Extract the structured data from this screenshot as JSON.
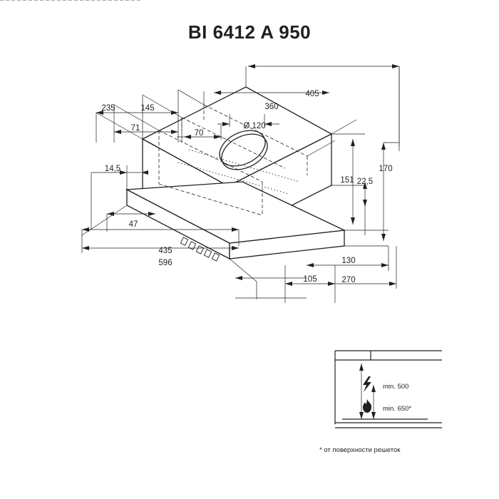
{
  "title": "BI 6412 A 950",
  "diagram": {
    "type": "technical-drawing",
    "product": "built-in cooker hood",
    "units": "mm",
    "dimensions": {
      "top_width_405": "405",
      "top_inner_360": "360",
      "left_235": "235",
      "left_145": "145",
      "left_71": "71",
      "left_70": "70",
      "duct_diameter": "Ø 120",
      "right_151": "151",
      "right_170": "170",
      "right_22_5": "22,5",
      "left_14_5": "14,5",
      "left_47": "47",
      "bottom_435": "435",
      "bottom_596": "596",
      "bottom_105": "105",
      "bottom_130": "130",
      "bottom_270": "270"
    },
    "clearance": {
      "electric_label": "min. 500",
      "gas_label": "min. 650*",
      "electric_icon": "lightning-bolt-icon",
      "gas_icon": "flame-icon",
      "footnote": "* от поверхности решеток"
    }
  }
}
